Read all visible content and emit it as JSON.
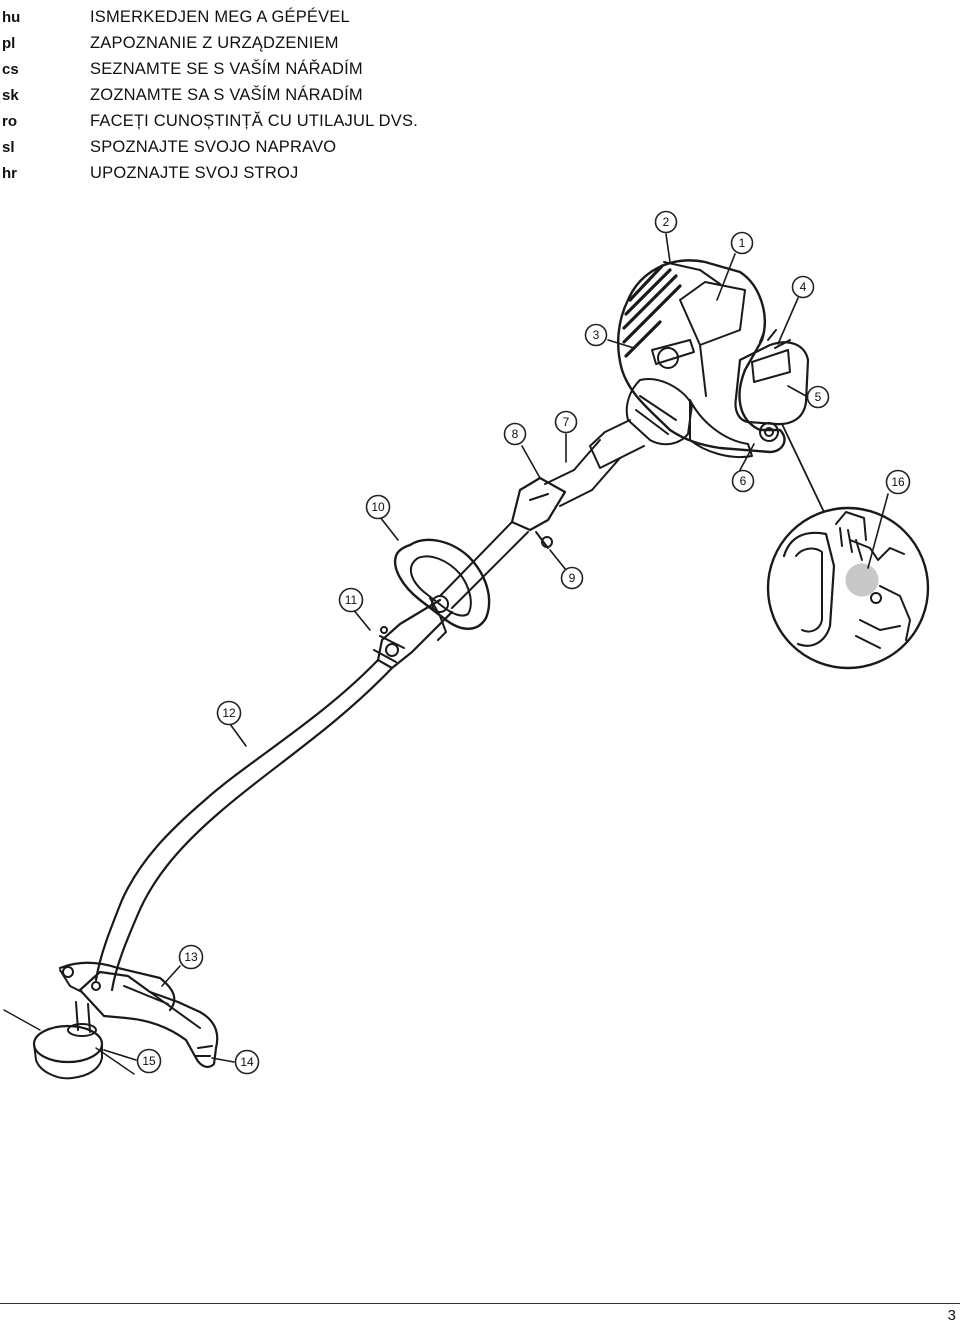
{
  "headings": [
    {
      "code": "hu",
      "title": "ISMERKEDJEN MEG A GÉPÉVEL"
    },
    {
      "code": "pl",
      "title": "ZAPOZNANIE Z URZĄDZENIEM"
    },
    {
      "code": "cs",
      "title": "SEZNAMTE SE S VAŠÍM NÁŘADÍM"
    },
    {
      "code": "sk",
      "title": "ZOZNAMTE SA S VAŠÍM NÁRADÍM"
    },
    {
      "code": "ro",
      "title": "FACEȚI CUNOȘTINȚĂ CU UTILAJUL DVS."
    },
    {
      "code": "sl",
      "title": "SPOZNAJTE SVOJO NAPRAVO"
    },
    {
      "code": "hr",
      "title": "UPOZNAJTE SVOJ STROJ"
    }
  ],
  "callouts": [
    "1",
    "2",
    "3",
    "4",
    "5",
    "6",
    "7",
    "8",
    "9",
    "10",
    "11",
    "12",
    "13",
    "14",
    "15",
    "16"
  ],
  "page_number": "3"
}
